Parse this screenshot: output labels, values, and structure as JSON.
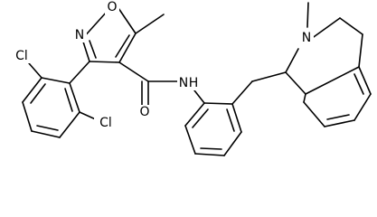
{
  "molecule": {
    "atom_labels": {
      "o_ring": "O",
      "n_ring": "N",
      "cl_top": "Cl",
      "cl_bottom": "Cl",
      "carbonyl_o": "O",
      "amide_n": "N",
      "amide_h": "H",
      "tiq_n": "N"
    },
    "colors": {
      "bond": "#000000",
      "label": "#000000",
      "background": "#ffffff"
    }
  }
}
